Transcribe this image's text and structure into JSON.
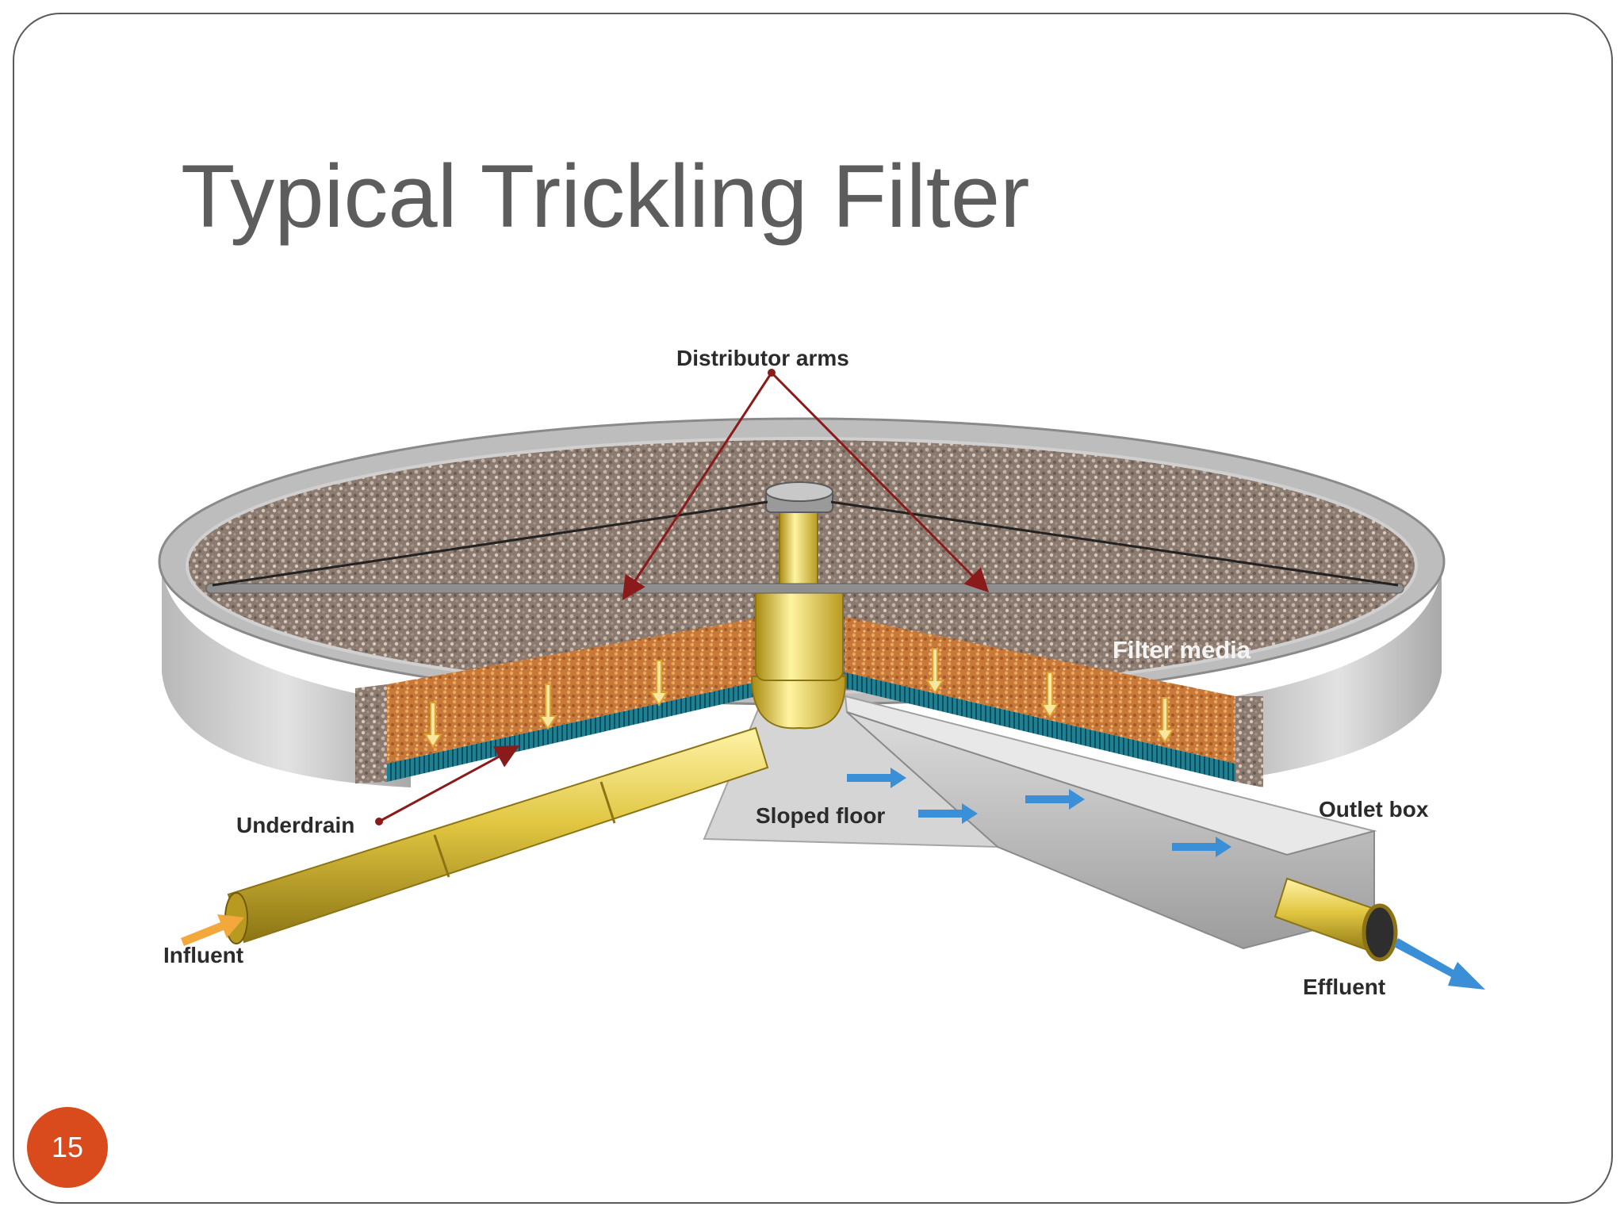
{
  "slide": {
    "title": "Typical Trickling Filter",
    "page_number": "15"
  },
  "diagram": {
    "labels": {
      "distributor_arms": "Distributor arms",
      "filter_media": "Filter media",
      "underdrain": "Underdrain",
      "sloped_floor": "Sloped floor",
      "outlet_box": "Outlet box",
      "influent": "Influent",
      "effluent": "Effluent"
    }
  },
  "colors": {
    "title": "#5d5d5d",
    "badge": "#d94a1c",
    "leader_line": "#8b1a1a",
    "flow_arrow": "#3a8fd6",
    "pipe": "#d9c23a"
  }
}
